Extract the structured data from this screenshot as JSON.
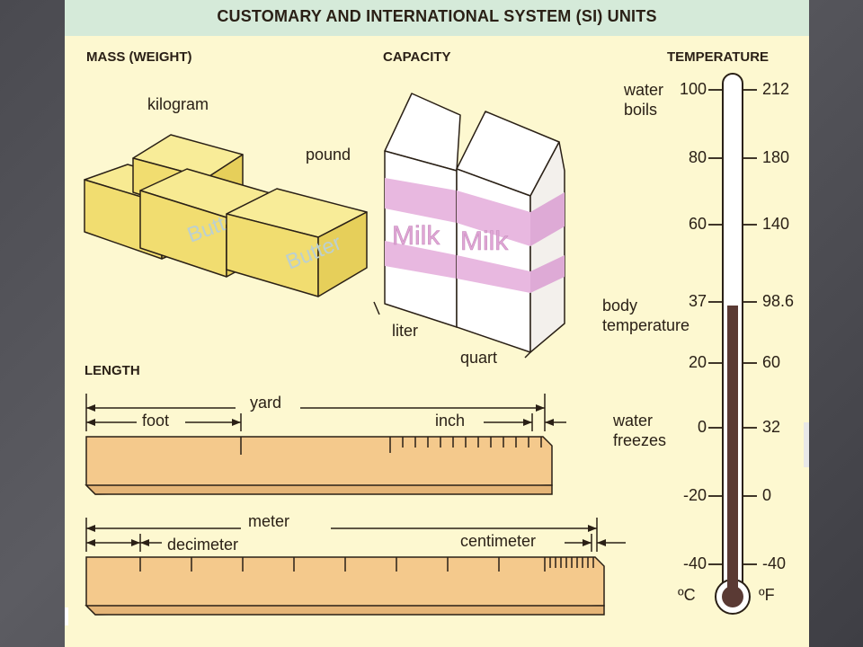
{
  "title": "CUSTOMARY AND INTERNATIONAL SYSTEM (SI) UNITS",
  "colors": {
    "background": "#fdf8d0",
    "banner": "#d5ead9",
    "butter": "#f4e27a",
    "carton": "#ffffff",
    "milk_band": "#e8b8e0",
    "ruler": "#f7cf96",
    "mercury": "#5a3a34"
  },
  "mass": {
    "heading": "MASS (WEIGHT)",
    "kilogram_label": "kilogram",
    "pound_label": "pound",
    "butter_text": "Butter"
  },
  "capacity": {
    "heading": "CAPACITY",
    "liter_label": "liter",
    "quart_label": "quart",
    "carton_text": "Milk"
  },
  "length": {
    "heading": "LENGTH",
    "yard_label": "yard",
    "foot_label": "foot",
    "inch_label": "inch",
    "meter_label": "meter",
    "decimeter_label": "decimeter",
    "centimeter_label": "centimeter"
  },
  "temperature": {
    "heading": "TEMPERATURE",
    "celsius_unit": "ºC",
    "fahrenheit_unit": "ºF",
    "celsius_ticks": [
      "100",
      "80",
      "60",
      "37",
      "20",
      "0",
      "-20",
      "-40"
    ],
    "fahrenheit_ticks": [
      "212",
      "180",
      "140",
      "98.6",
      "60",
      "32",
      "0",
      "-40"
    ],
    "annotations": {
      "boils_line1": "water",
      "boils_line2": "boils",
      "body_line1": "body",
      "body_line2": "temperature",
      "freezes_line1": "water",
      "freezes_line2": "freezes"
    },
    "mercury_level_celsius": 37,
    "scale_min_celsius": -40,
    "scale_max_celsius": 100
  }
}
